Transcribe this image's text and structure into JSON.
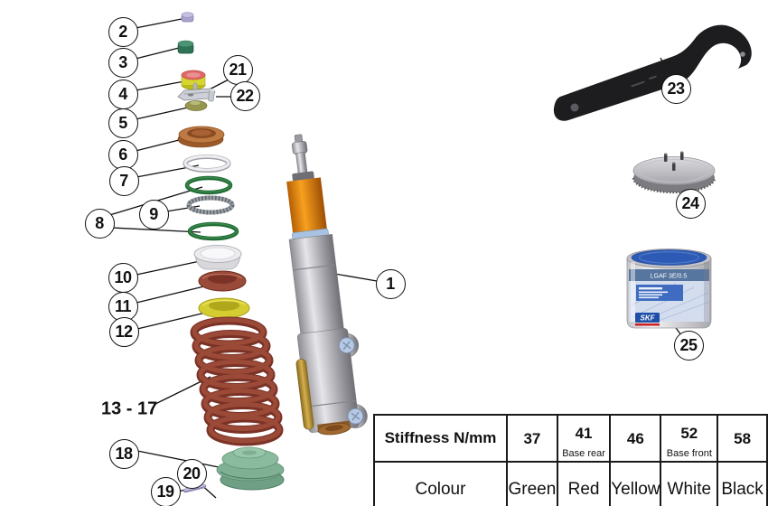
{
  "diagram": {
    "callouts": [
      {
        "label": "1"
      },
      {
        "label": "2"
      },
      {
        "label": "3"
      },
      {
        "label": "4"
      },
      {
        "label": "5"
      },
      {
        "label": "6"
      },
      {
        "label": "7"
      },
      {
        "label": "8"
      },
      {
        "label": "9"
      },
      {
        "label": "10"
      },
      {
        "label": "11"
      },
      {
        "label": "12"
      },
      {
        "label": "13 - 17"
      },
      {
        "label": "18"
      },
      {
        "label": "19"
      },
      {
        "label": "20"
      },
      {
        "label": "21"
      },
      {
        "label": "22"
      },
      {
        "label": "23"
      },
      {
        "label": "24"
      },
      {
        "label": "25"
      }
    ]
  },
  "tools": {
    "grease_tin": {
      "product_code": "LGAF 3E/0.5",
      "brand": "SKF"
    }
  },
  "table": {
    "row1": {
      "label": "Stiffness N/mm",
      "values": [
        {
          "num": "37",
          "note": ""
        },
        {
          "num": "41",
          "note": "Base rear"
        },
        {
          "num": "46",
          "note": ""
        },
        {
          "num": "52",
          "note": "Base front"
        },
        {
          "num": "58",
          "note": ""
        }
      ]
    },
    "row2": {
      "label": "Colour",
      "values": [
        "Green",
        "Red",
        "Yellow",
        "White",
        "Black"
      ]
    }
  },
  "colors": {
    "spring_red": "#8E3B2B",
    "seat_green": "#7FAF93",
    "shock_orange": "#EE8B0E",
    "tin_blue": "#2D5AB4",
    "wrench_black": "#1D1D1F",
    "oring_green": "#1F6B33"
  }
}
